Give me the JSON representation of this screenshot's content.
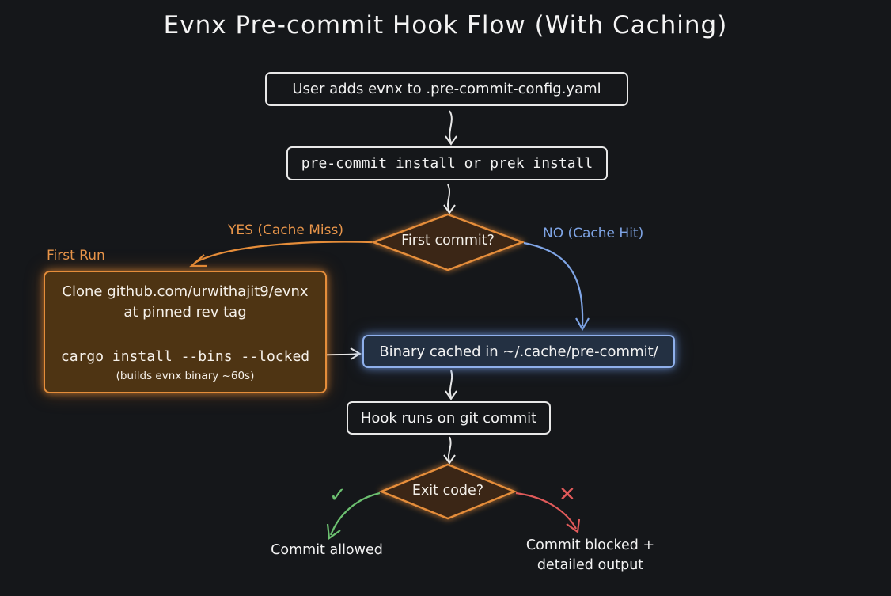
{
  "title": "Evnx Pre-commit Hook Flow (With Caching)",
  "nodes": {
    "add_config": "User adds evnx to .pre-commit-config.yaml",
    "install": "pre-commit install or prek install",
    "first_commit": "First commit?",
    "binary_cached": "Binary cached in ~/.cache/pre-commit/",
    "hook_runs": "Hook runs on git commit",
    "exit_code": "Exit code?"
  },
  "first_run": {
    "label": "First Run",
    "line1": "Clone github.com/urwithajit9/evnx",
    "line2": "at pinned rev tag",
    "line3": "cargo install --bins --locked",
    "line4": "(builds evnx binary ~60s)"
  },
  "edges": {
    "yes_label": "YES (Cache Miss)",
    "no_label": "NO (Cache Hit)"
  },
  "outcomes": {
    "allowed_mark": "✓",
    "allowed": "Commit allowed",
    "blocked_mark": "✕",
    "blocked_line1": "Commit blocked +",
    "blocked_line2": "detailed output"
  },
  "colors": {
    "background": "#15171a",
    "orange": "#e58d3a",
    "blue": "#8fb0ec",
    "green": "#6cc070",
    "red": "#e05a5a"
  }
}
